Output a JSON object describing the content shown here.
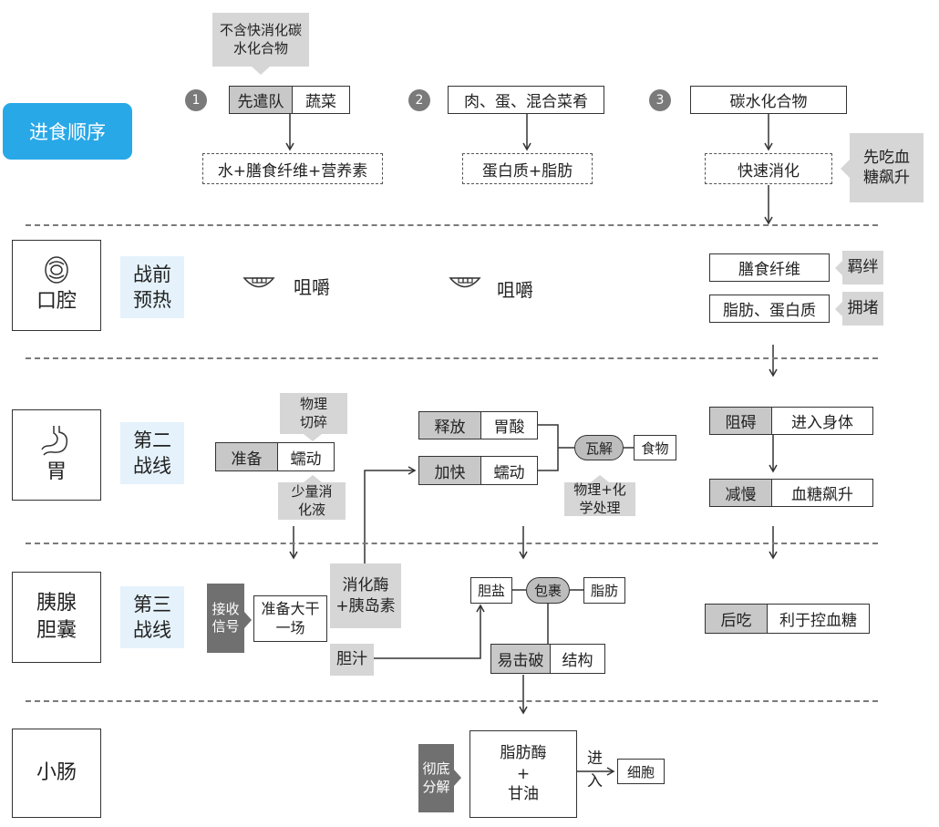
{
  "title": "进食顺序",
  "order": [
    {
      "num": "1",
      "lead": "先遣队",
      "food": "蔬菜",
      "note": "不含快消化碳水化合物",
      "result": "水+膳食纤维+营养素"
    },
    {
      "num": "2",
      "food": "肉、蛋、混合菜肴",
      "result": "蛋白质+脂肪"
    },
    {
      "num": "3",
      "food": "碳水化合物",
      "result": "快速消化",
      "side": "先吃血糖飙升"
    }
  ],
  "stages": {
    "mouth": {
      "name": "口腔",
      "tag": "战前预热",
      "chew1": "咀嚼",
      "chew2": "咀嚼",
      "fiber": "膳食纤维",
      "fiber_effect": "羁绊",
      "fat": "脂肪、蛋白质",
      "fat_effect": "拥堵"
    },
    "stomach": {
      "name": "胃",
      "tag": "第二战线",
      "prep": "准备",
      "peristalsis": "蠕动",
      "phys_note": "物理切碎",
      "liquid_note": "少量消化液",
      "release": "释放",
      "acid": "胃酸",
      "speed": "加快",
      "peristalsis2": "蠕动",
      "dissolve": "瓦解",
      "food": "食物",
      "process_note": "物理+化学处理",
      "block": "阻碍",
      "enter": "进入身体",
      "slow": "减慢",
      "sugar_rise": "血糖飙升"
    },
    "pancreas": {
      "name": "胰腺胆囊",
      "tag": "第三战线",
      "signal": "接收信号",
      "ready": "准备大干一场",
      "enzyme": "消化酶+胰岛素",
      "bile": "胆汁",
      "bile_salt": "胆盐",
      "wrap": "包裹",
      "fat": "脂肪",
      "easy_break": "易击破",
      "structure": "结构",
      "later": "后吃",
      "benefit": "利于控血糖"
    },
    "intestine": {
      "name": "小肠",
      "breakdown": "彻底分解",
      "lipase": "脂肪酶",
      "plus": "+",
      "glycerol": "甘油",
      "enter": "进入",
      "cell": "细胞"
    }
  }
}
